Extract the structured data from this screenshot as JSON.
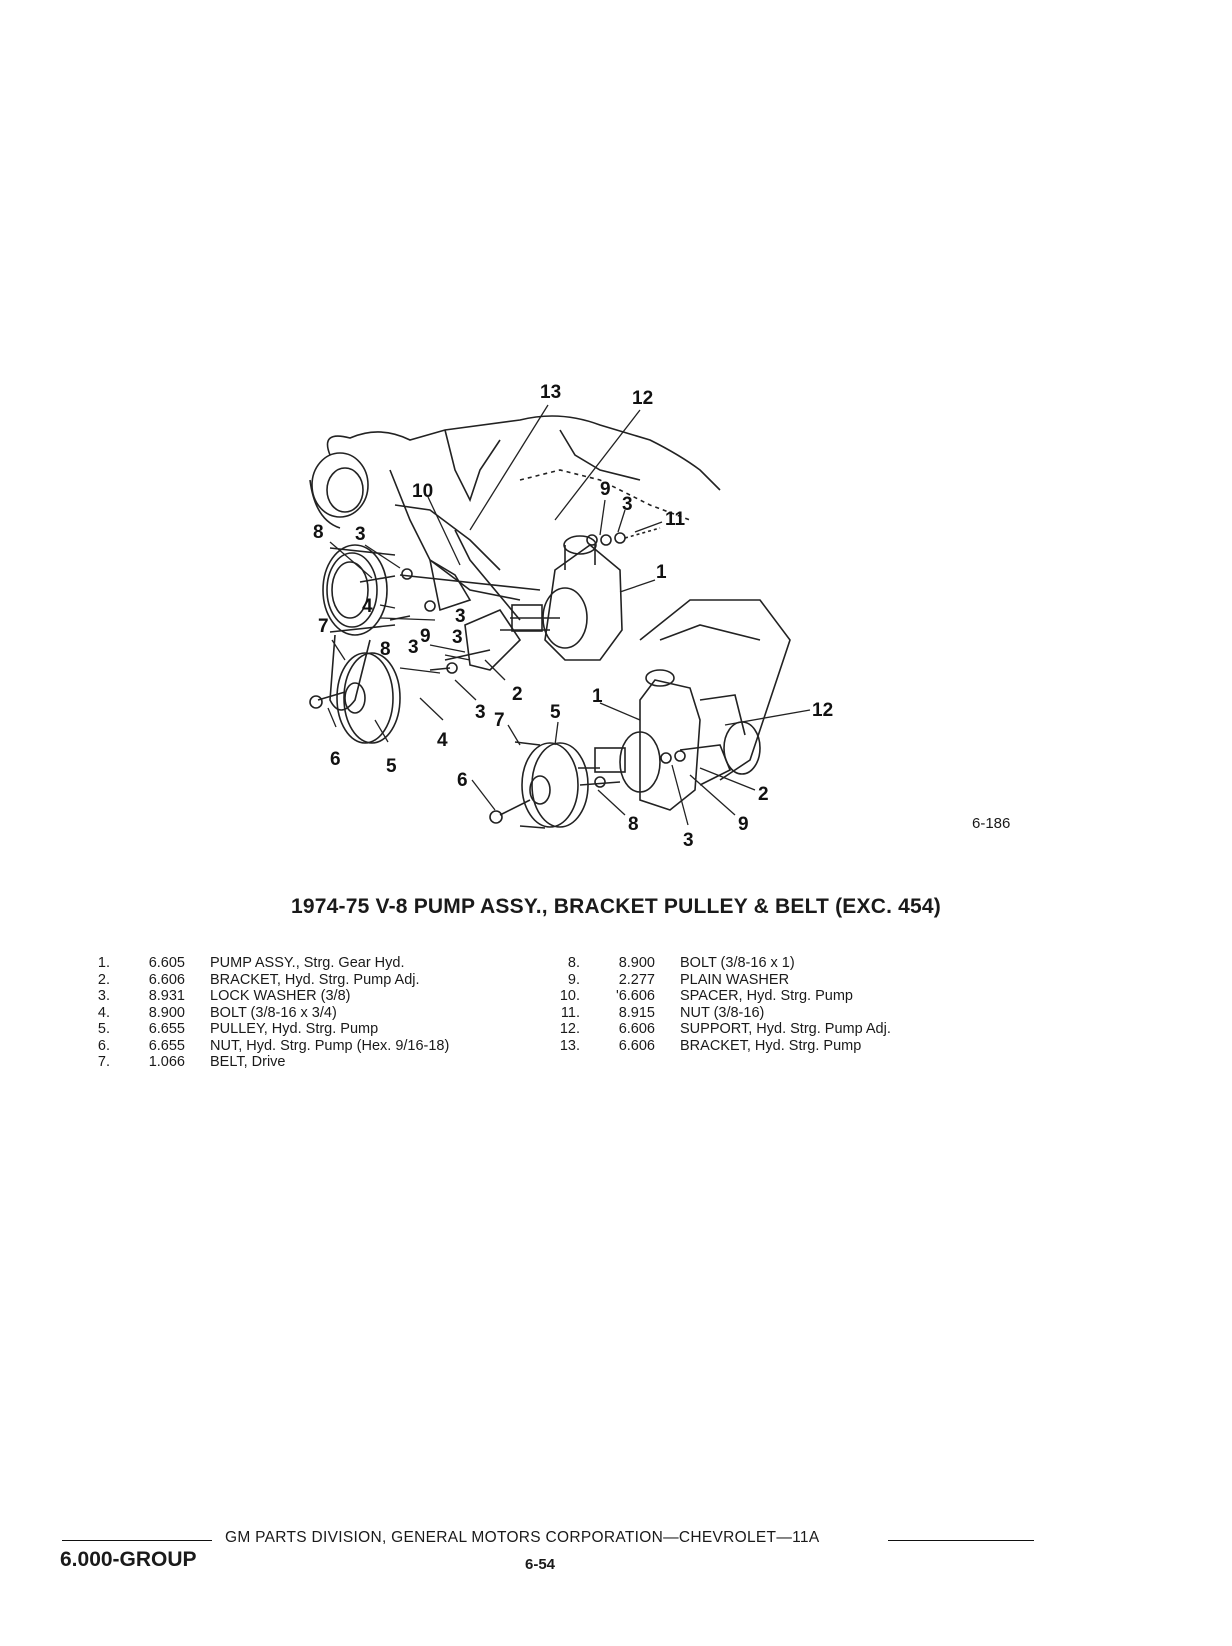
{
  "figure": {
    "number": "6-186",
    "callouts": [
      "13",
      "12",
      "10",
      "9",
      "3",
      "11",
      "8",
      "3",
      "1",
      "4",
      "3",
      "7",
      "9",
      "3",
      "8",
      "3",
      "2",
      "1",
      "12",
      "6",
      "5",
      "4",
      "3",
      "7",
      "5",
      "2",
      "6",
      "8",
      "9",
      "3"
    ]
  },
  "title": "1974-75 V-8 PUMP ASSY., BRACKET PULLEY & BELT (EXC. 454)",
  "parts_left": [
    {
      "num": "1.",
      "code": "6.605",
      "desc": "PUMP ASSY., Strg. Gear Hyd."
    },
    {
      "num": "2.",
      "code": "6.606",
      "desc": "BRACKET, Hyd. Strg. Pump Adj."
    },
    {
      "num": "3.",
      "code": "8.931",
      "desc": "LOCK WASHER (3/8)"
    },
    {
      "num": "4.",
      "code": "8.900",
      "desc": "BOLT (3/8-16 x 3/4)"
    },
    {
      "num": "5.",
      "code": "6.655",
      "desc": "PULLEY, Hyd. Strg. Pump"
    },
    {
      "num": "6.",
      "code": "6.655",
      "desc": "NUT, Hyd. Strg. Pump (Hex. 9/16-18)"
    },
    {
      "num": "7.",
      "code": "1.066",
      "desc": "BELT, Drive"
    }
  ],
  "parts_right": [
    {
      "num": "8.",
      "code": "8.900",
      "desc": "BOLT (3/8-16 x 1)"
    },
    {
      "num": "9.",
      "code": "2.277",
      "desc": "PLAIN WASHER"
    },
    {
      "num": "10.",
      "code": "'6.606",
      "desc": "SPACER, Hyd. Strg. Pump"
    },
    {
      "num": "11.",
      "code": "8.915",
      "desc": "NUT (3/8-16)"
    },
    {
      "num": "12.",
      "code": "6.606",
      "desc": "SUPPORT, Hyd. Strg. Pump Adj."
    },
    {
      "num": "13.",
      "code": "6.606",
      "desc": "BRACKET, Hyd. Strg. Pump"
    }
  ],
  "footer": {
    "division": "GM PARTS DIVISION, GENERAL MOTORS CORPORATION—CHEVROLET—11A",
    "group": "6.000-GROUP",
    "page": "6-54"
  }
}
